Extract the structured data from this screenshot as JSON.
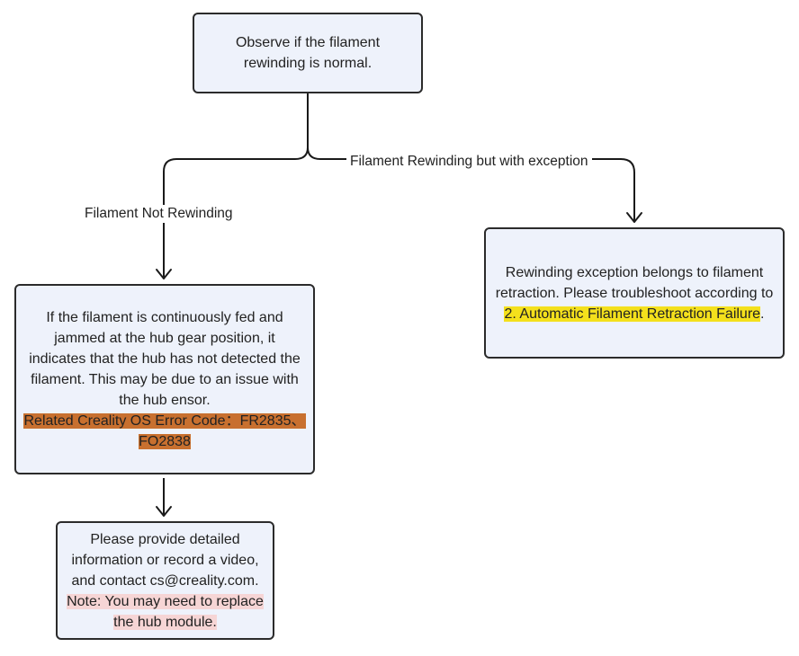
{
  "nodes": {
    "observe": {
      "text": "Observe if the filament rewinding is normal."
    },
    "hub_issue": {
      "text": "If the filament is continuously fed and jammed at the hub gear position, it indicates that the hub has not detected the filament. This may be due to an issue with the hub ensor.",
      "error_code_line1": "Related Creality OS Error Code：FR2835、",
      "error_code_line2": "FO2838"
    },
    "contact": {
      "text": "Please provide detailed information or record a video, and contact cs@creality.com.",
      "note_line1": "Note: You may need to replace",
      "note_line2": "the hub module."
    },
    "retraction": {
      "text_prefix": "Rewinding exception belongs to filament retraction. Please troubleshoot according to ",
      "link": "2. Automatic Filament Retraction Failure",
      "text_suffix": "."
    }
  },
  "edges": {
    "not_rewinding": "Filament Not Rewinding",
    "exception": "Filament Rewinding but with exception"
  },
  "colors": {
    "node_fill": "#eef2fb",
    "node_border": "#2b2b2b",
    "highlight_orange": "#c8702f",
    "highlight_yellow": "#f4e01c",
    "highlight_pink": "#f6d5d5"
  }
}
